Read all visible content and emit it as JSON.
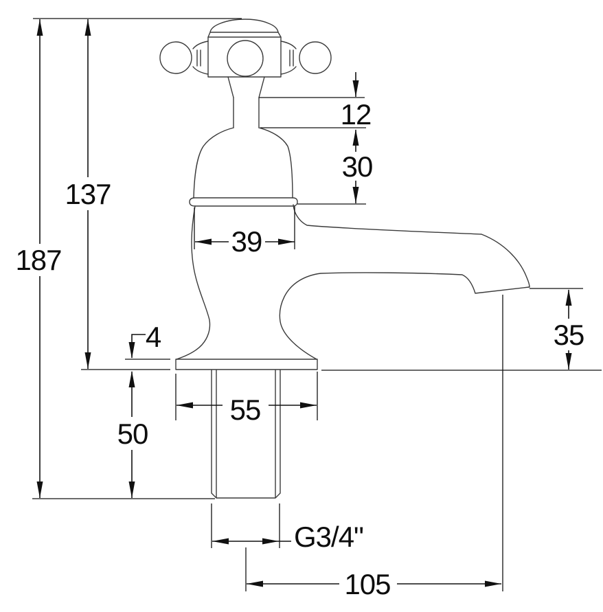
{
  "drawing": {
    "background_color": "#ffffff",
    "dimension_line_color": "#111111",
    "outline_color": "#3a3a3a",
    "labels": {
      "overall_height": "187",
      "above_deck_height": "137",
      "flange_thickness": "4",
      "shank_length": "50",
      "flange_width": "55",
      "thread_size": "G3/4\"",
      "spout_reach": "105",
      "stem_height": "12",
      "bonnet_height": "30",
      "bonnet_width": "39",
      "spout_clearance": "35"
    }
  }
}
